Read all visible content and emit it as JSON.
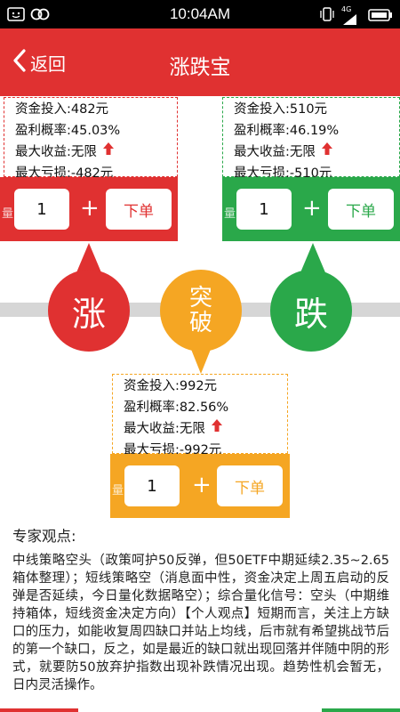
{
  "status_bar": {
    "time": "10:04AM",
    "network": "4G"
  },
  "header": {
    "back_label": "返回",
    "title": "涨跌宝"
  },
  "colors": {
    "red": "#e03131",
    "green": "#2aa84a",
    "orange": "#f5a623"
  },
  "rise": {
    "stats": [
      "资金投入:482元",
      "盈利概率:45.03%",
      "最大收益:无限",
      "最大亏损:-482元"
    ],
    "qty_label": "量",
    "quantity": "1",
    "plus": "+",
    "order_label": "下单",
    "circle_label": "涨"
  },
  "fall": {
    "stats": [
      "资金投入:510元",
      "盈利概率:46.19%",
      "最大收益:无限",
      "最大亏损:-510元"
    ],
    "qty_label": "量",
    "quantity": "1",
    "plus": "+",
    "order_label": "下单",
    "circle_label": "跌"
  },
  "breakout": {
    "circle_line1": "突",
    "circle_line2": "破",
    "stats": [
      "资金投入:992元",
      "盈利概率:82.56%",
      "最大收益:无限",
      "最大亏损:-992元"
    ],
    "qty_label": "量",
    "quantity": "1",
    "plus": "+",
    "order_label": "下单"
  },
  "expert": {
    "title": "专家观点:",
    "text": "中线策略空头（政策呵护50反弹，但50ETF中期延续2.35~2.65箱体整理）；短线策略空（消息面中性，资金决定上周五启动的反弹是否延续，今日量化数据略空）；综合量化信号：空头（中期维持箱体，短线资金决定方向）【个人观点】短期而言，关注上方缺口的压力，如能收复周四缺口并站上均线，后市就有希望挑战节后的第一个缺口，反之，如是最近的缺口就出现回落并伴随中阴的形式，就要防50放弃护指数出现补跌情况出现。趋势性机会暂无，日内灵活操作。"
  }
}
